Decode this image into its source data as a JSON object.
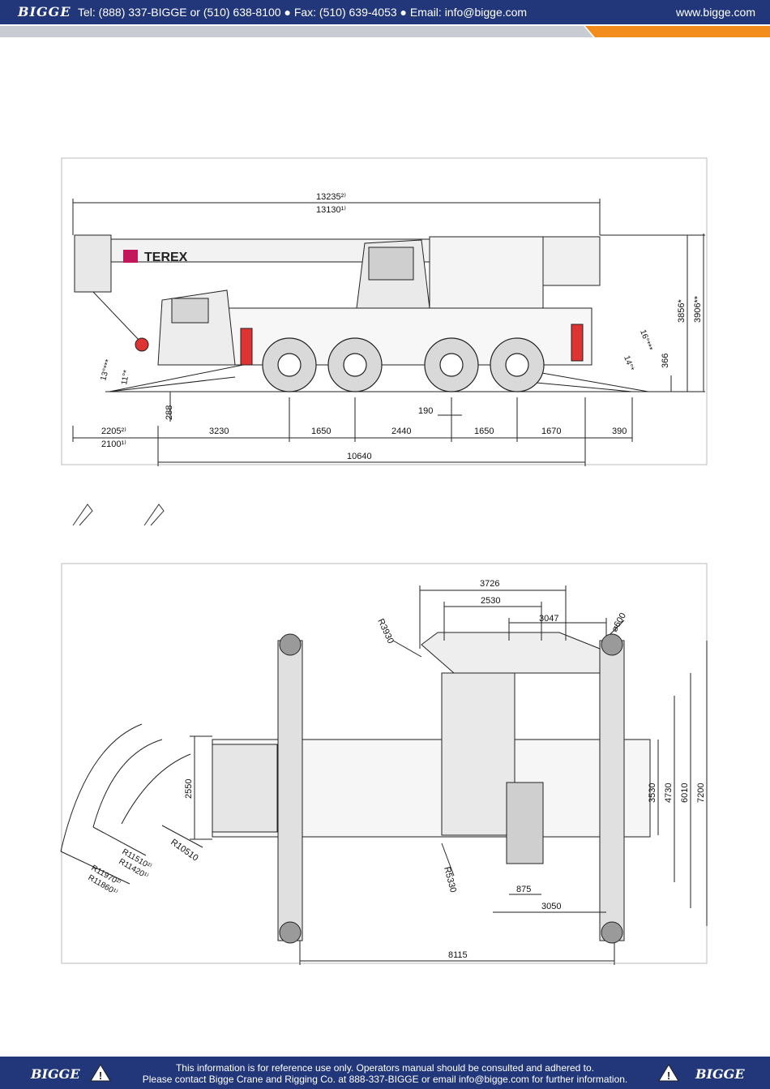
{
  "header": {
    "logo": "BIGGE",
    "contact": "Tel: (888) 337-BIGGE or (510) 638-8100  ●  Fax: (510) 639-4053  ●  Email: info@bigge.com",
    "website": "www.bigge.com",
    "stripe_colors": [
      "#c9ccd3",
      "#f28c1c"
    ]
  },
  "side_view": {
    "brand": "TEREX",
    "dims_top": [
      "13235²⁾",
      "13130¹⁾"
    ],
    "dims_bottom": [
      "2205²⁾",
      "2100¹⁾",
      "3230",
      "1650",
      "2440",
      "1650",
      "1670",
      "390"
    ],
    "overall_wheelbase": "10640",
    "offset_190": "190",
    "clearance_288": "288",
    "height_a": "3856*",
    "height_b": "3906**",
    "height_366": "366",
    "angles_left": [
      "13°***",
      "11°*"
    ],
    "angles_right": [
      "14°*",
      "16°***"
    ]
  },
  "top_view": {
    "dims_top": [
      "3726",
      "2530",
      "3047"
    ],
    "radius_3930": "R3930",
    "diameter_600": "⌀600",
    "width_2550": "2550",
    "radius_10510": "R10510",
    "radius_11510": "R11510²⁾",
    "radius_11420": "R11420¹⁾",
    "radius_11970": "R11970²⁾",
    "radius_11860": "R11860¹⁾",
    "radius_5330": "R5330",
    "dim_875": "875",
    "dim_3050": "3050",
    "dim_8115": "8115",
    "outrigger_spans": [
      "3530",
      "4730",
      "6010",
      "7200"
    ]
  },
  "footer": {
    "logo": "BIGGE",
    "notice_line1": "This information is for reference use only. Operators manual should be consulted and adhered to.",
    "notice_line2": "Please contact Bigge Crane and Rigging Co. at 888-337-BIGGE or email info@bigge.com for further information."
  }
}
